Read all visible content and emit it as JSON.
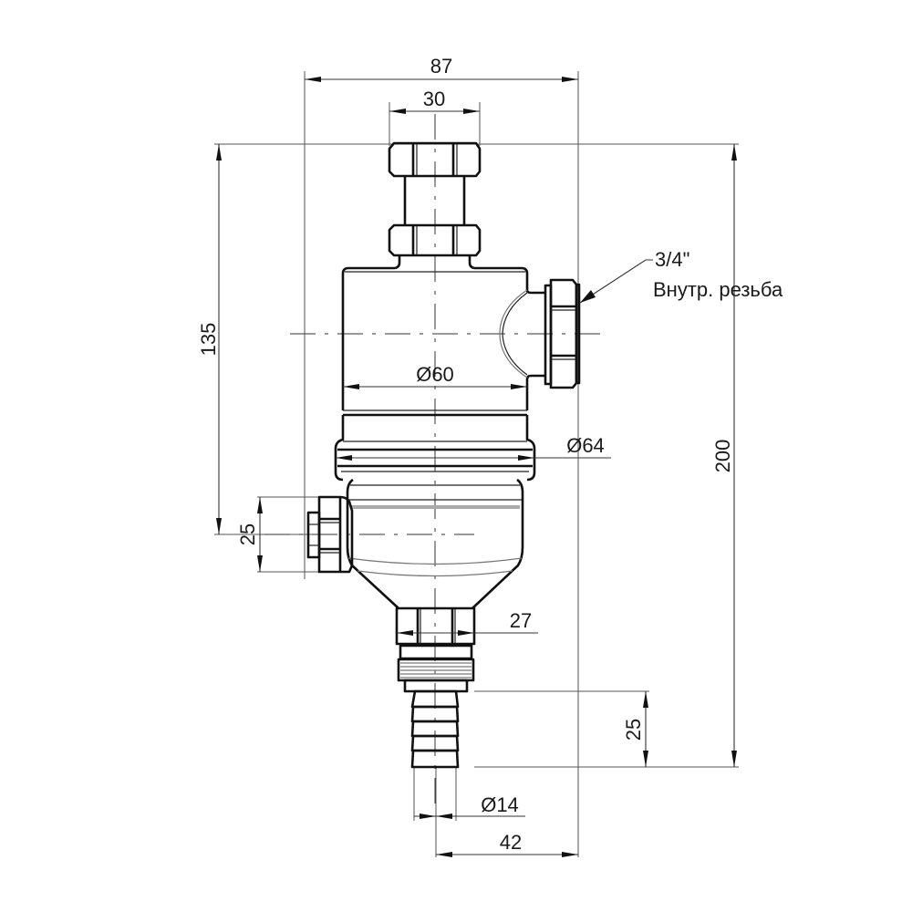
{
  "drawing": {
    "title": "Filter dimensional drawing",
    "dimensions": {
      "overall_width": "87",
      "top_nut_width": "30",
      "height_to_drain": "135",
      "drain_port_height": "25",
      "overall_height": "200",
      "body_diameter": "Ø60",
      "collar_diameter": "Ø64",
      "bottom_nut_width": "27",
      "hose_barb_length": "25",
      "hose_barb_diameter": "Ø14",
      "bottom_offset": "42"
    },
    "callout": {
      "thread_size": "3/4\"",
      "thread_type": "Внутр. резьба"
    }
  }
}
